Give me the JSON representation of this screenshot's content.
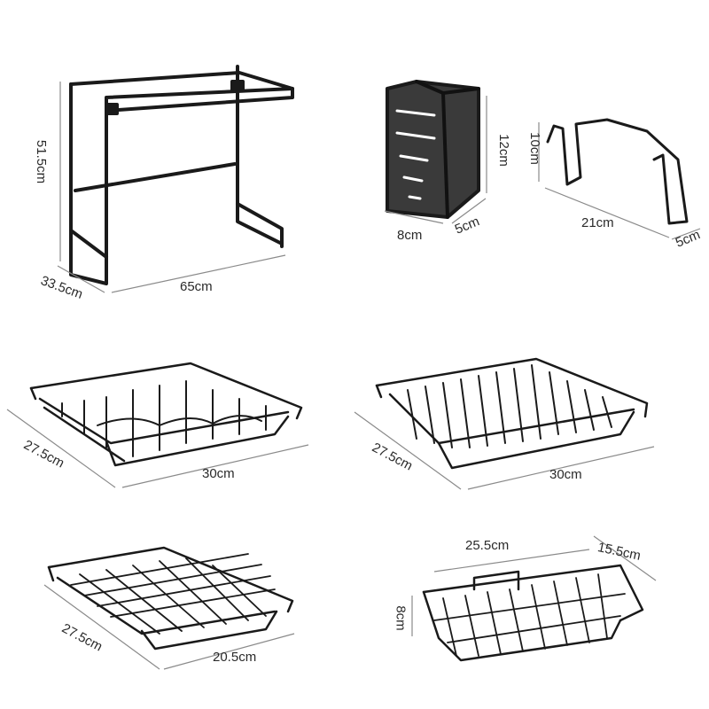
{
  "items": [
    {
      "name": "dish-rack-frame",
      "dims": [
        "51.5cm",
        "33.5cm",
        "65cm"
      ]
    },
    {
      "name": "utensil-holder",
      "dims": [
        "12cm",
        "8cm",
        "5cm"
      ]
    },
    {
      "name": "cutting-board-holder",
      "dims": [
        "10cm",
        "21cm",
        "5cm"
      ]
    },
    {
      "name": "bowl-basket",
      "dims": [
        "27.5cm",
        "30cm"
      ]
    },
    {
      "name": "plate-rack",
      "dims": [
        "27.5cm",
        "30cm"
      ]
    },
    {
      "name": "grid-basket",
      "dims": [
        "27.5cm",
        "20.5cm"
      ]
    },
    {
      "name": "side-basket",
      "dims": [
        "25.5cm",
        "15.5cm",
        "8cm"
      ]
    }
  ],
  "colors": {
    "product": "#1a1a1a",
    "dimension_line": "#8a8a8a",
    "text": "#2a2a2a"
  }
}
